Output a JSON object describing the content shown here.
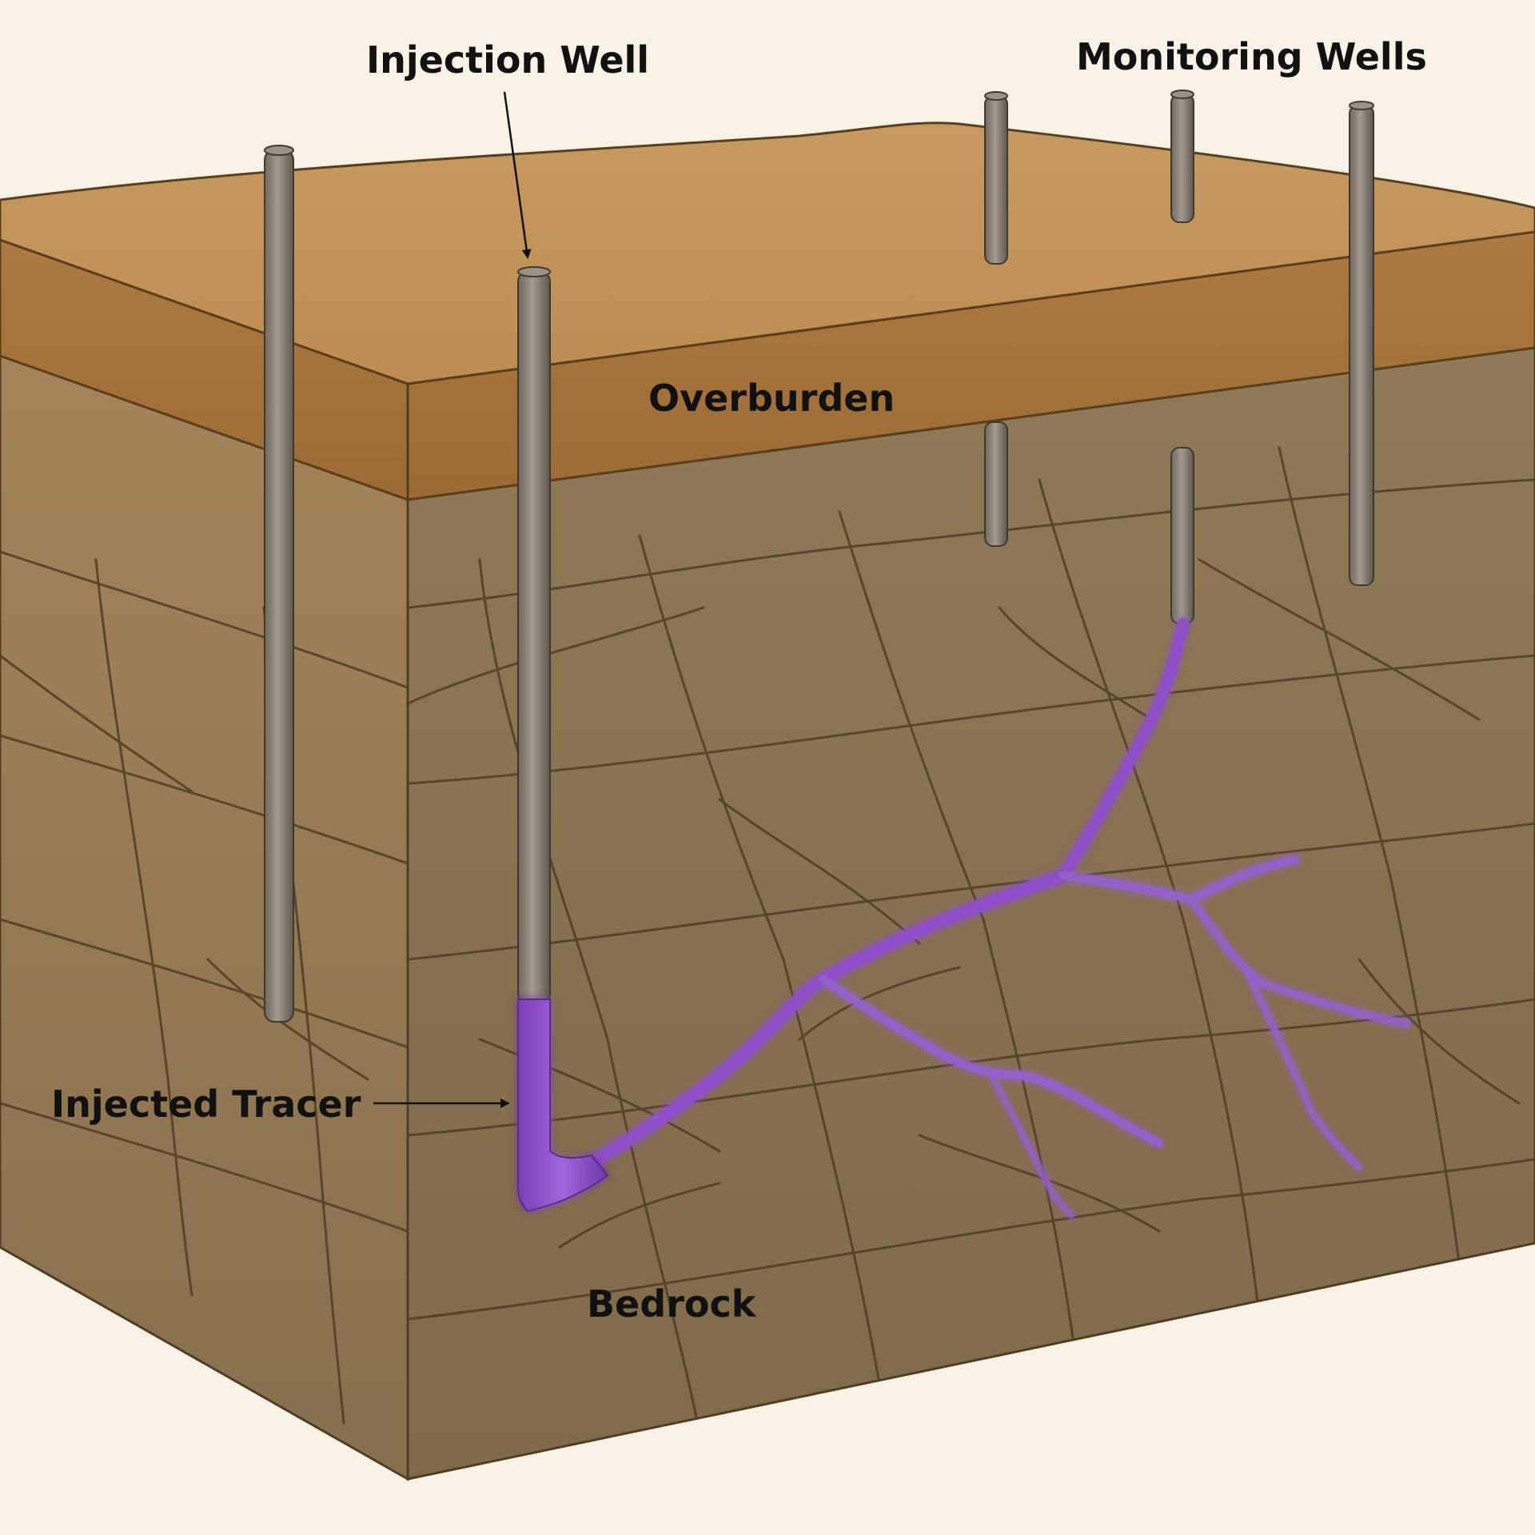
{
  "diagram": {
    "labels": {
      "injection_well": "Injection Well",
      "monitoring_wells": "Monitoring Wells",
      "overburden": "Overburden",
      "injected_tracer": "Injected Tracer",
      "bedrock": "Bedrock"
    },
    "colors": {
      "background": "#f8f3e6",
      "topsoil_surface": "#c99a5e",
      "overburden_layer": "#a7743d",
      "bedrock_front": "#8a7452",
      "bedrock_side": "#7b6647",
      "fracture": "#4e3e26",
      "well_casing": "#8c8478",
      "tracer": "#8e4fc7"
    }
  }
}
